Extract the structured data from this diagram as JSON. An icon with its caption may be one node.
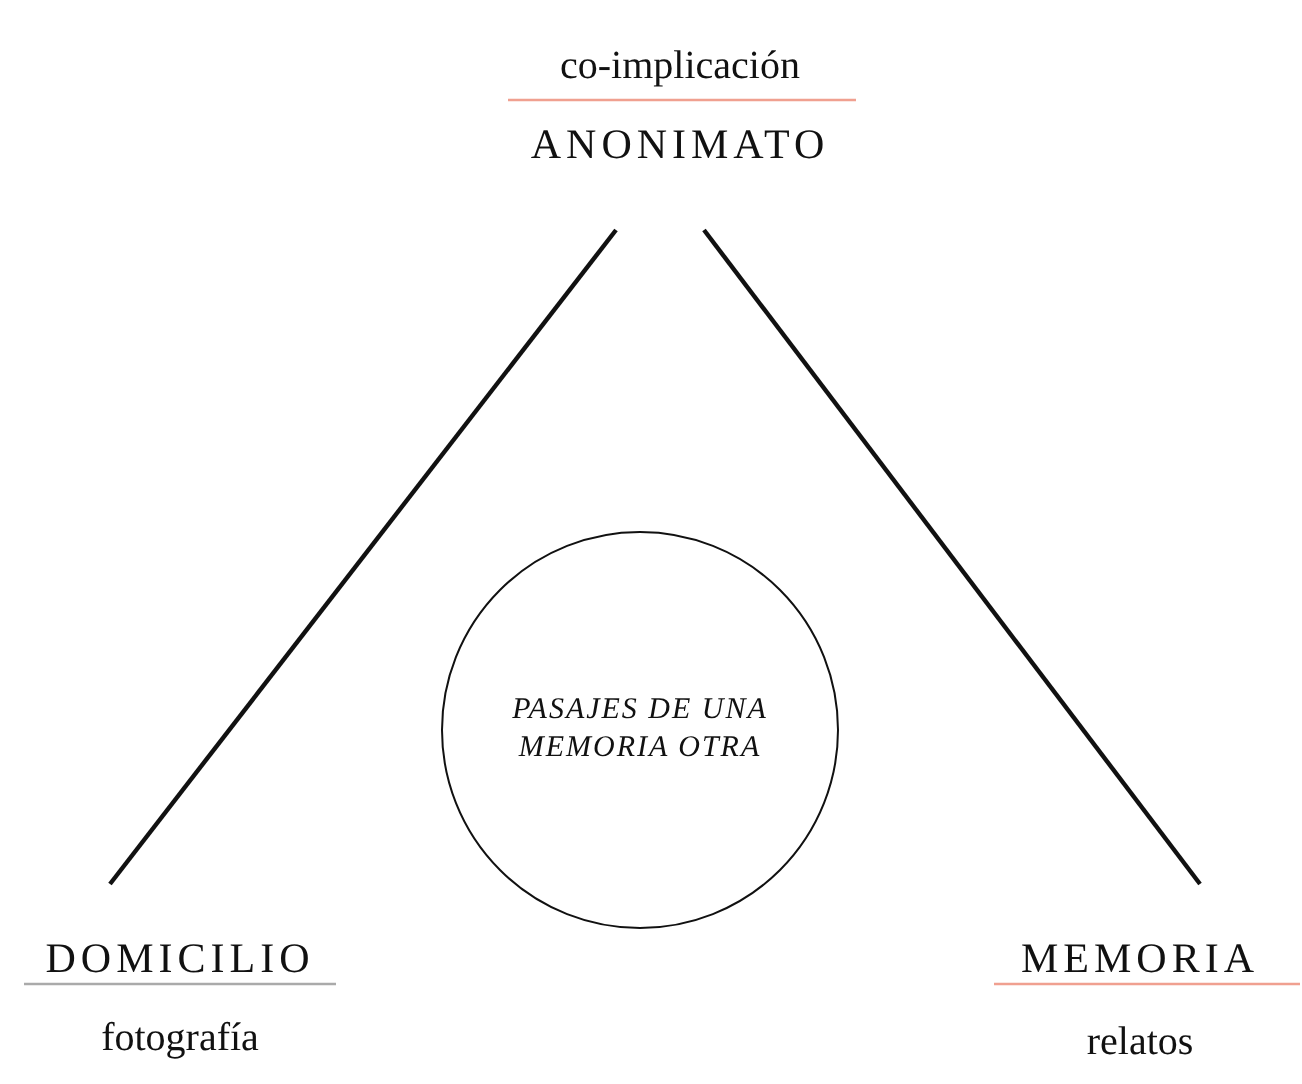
{
  "diagram": {
    "nodes": [
      {
        "text": [
          "ANONIMATO"
        ],
        "beside": [
          "co-implicación"
        ]
      },
      {
        "text": [
          "DOMICILIO"
        ],
        "beside": [
          "fotografía"
        ]
      },
      {
        "text": [
          "MEMORIA"
        ],
        "beside": [
          "relatos"
        ]
      },
      {
        "text": [
          "PASAJES DE UNA MEMORIA OTRA"
        ]
      }
    ],
    "edges": [
      {
        "from": 0,
        "to": 1,
        "arrow": "none"
      },
      {
        "from": 0,
        "to": 2,
        "arrow": "none"
      }
    ]
  }
}
